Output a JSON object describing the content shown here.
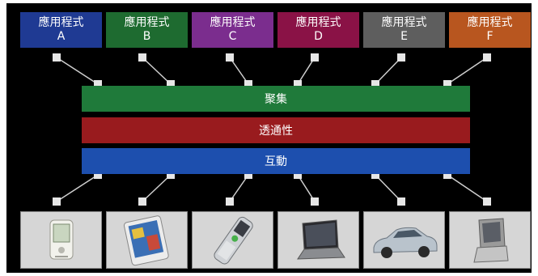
{
  "apps": [
    {
      "line1": "應用程式",
      "line2": "A",
      "color": "#1f3a93"
    },
    {
      "line1": "應用程式",
      "line2": "B",
      "color": "#1e6b30"
    },
    {
      "line1": "應用程式",
      "line2": "C",
      "color": "#7b2d8e"
    },
    {
      "line1": "應用程式",
      "line2": "D",
      "color": "#8a1246"
    },
    {
      "line1": "應用程式",
      "line2": "E",
      "color": "#5e5e5e"
    },
    {
      "line1": "應用程式",
      "line2": "F",
      "color": "#b8561f"
    }
  ],
  "layers": [
    {
      "label": "聚集",
      "color": "#1f7a3a"
    },
    {
      "label": "透通性",
      "color": "#991b1e"
    },
    {
      "label": "互動",
      "color": "#1d4fae"
    }
  ],
  "devices": [
    {
      "icon": "pda-icon"
    },
    {
      "icon": "tablet-pc-icon"
    },
    {
      "icon": "mobile-phone-icon"
    },
    {
      "icon": "laptop-icon"
    },
    {
      "icon": "car-icon"
    },
    {
      "icon": "kiosk-terminal-icon"
    }
  ]
}
